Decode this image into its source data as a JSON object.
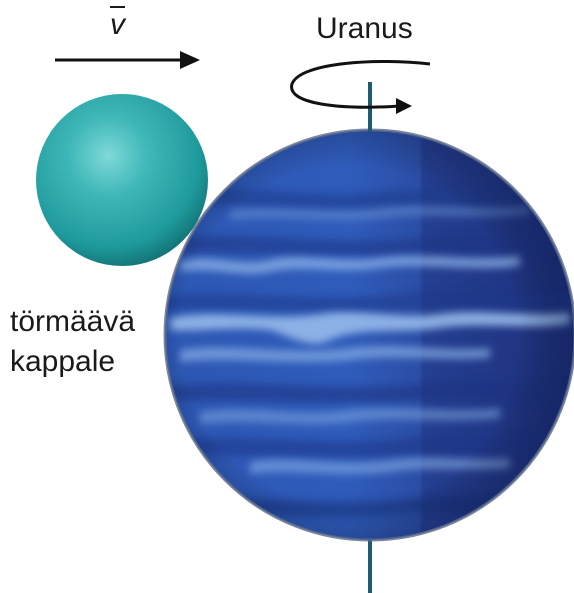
{
  "labels": {
    "velocity_symbol": "v",
    "planet_name": "Uranus",
    "impactor_line1": "törmäävä",
    "impactor_line2": "kappale"
  },
  "colors": {
    "planet_base": "#2a4fa8",
    "planet_dark": "#1d2f7a",
    "planet_light": "#4a7fd6",
    "cloud_band": "#8fb4ea",
    "impactor_base": "#1f9a9c",
    "impactor_highlight": "#7fd9d8",
    "axis": "#1e5a72",
    "arrow": "#111111"
  }
}
